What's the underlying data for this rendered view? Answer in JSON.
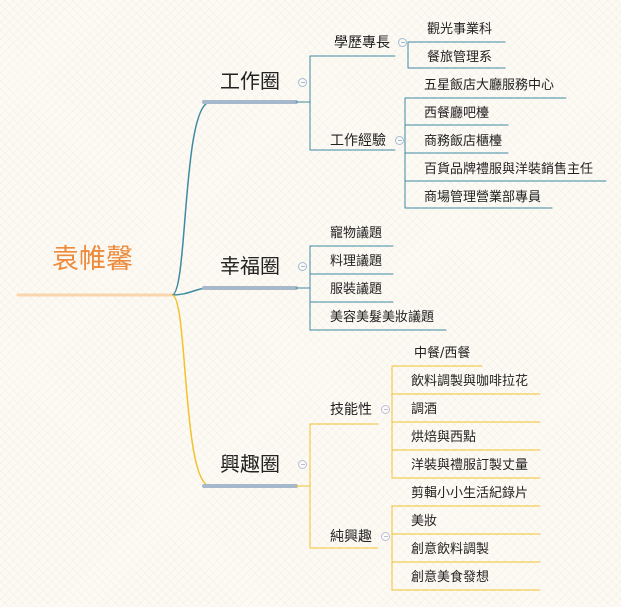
{
  "colors": {
    "root_line": "#fbd6ad",
    "main_underline": "#a6b8cc",
    "teal": "#3f8aa2",
    "teal_toggle": "#a0bbd6",
    "yellow": "#f2c22c",
    "yellow_toggle": "#b7bfdb"
  },
  "mindmap": {
    "root": "袁帷馨",
    "branches": [
      {
        "label": "工作圈",
        "groups": [
          {
            "label": "學歷專長",
            "items": [
              "觀光事業科",
              "餐旅管理系"
            ]
          },
          {
            "label": "工作經驗",
            "items": [
              "五星飯店大廳服務中心",
              "西餐廳吧檯",
              "商務飯店櫃檯",
              "百貨品牌禮服與洋裝銷售主任",
              "商場管理營業部專員"
            ]
          }
        ]
      },
      {
        "label": "幸福圈",
        "items": [
          "寵物議題",
          "料理議題",
          "服裝議題",
          "美容美髮美妝議題"
        ]
      },
      {
        "label": "興趣圈",
        "groups": [
          {
            "label": "技能性",
            "items": [
              "中餐/西餐",
              "飲料調製與咖啡拉花",
              "調酒",
              "烘焙與西點",
              "洋裝與禮服訂製丈量"
            ]
          },
          {
            "label": "純興趣",
            "items": [
              "剪輯小小生活紀錄片",
              "美妝",
              "創意飲料調製",
              "創意美食發想"
            ]
          }
        ]
      }
    ]
  }
}
